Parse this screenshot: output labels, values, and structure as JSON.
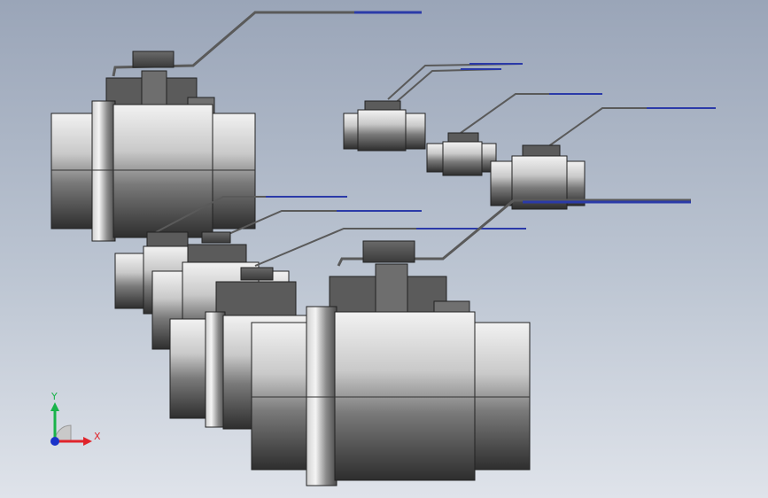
{
  "viewport": {
    "background_top": "#9aa5b8",
    "background_bottom": "#dfe3ea"
  },
  "scene": {
    "object": "ball-valve-assembly",
    "valve_count": 10,
    "handle_color": "#2b3aa8",
    "body_color": "#8a8a8a",
    "bonnet_color": "#5c5c5c"
  },
  "triad": {
    "y_label": "Y",
    "x_label": "X",
    "y_color": "#19b34a",
    "x_color": "#e0242b",
    "z_color": "#1a33c9"
  }
}
